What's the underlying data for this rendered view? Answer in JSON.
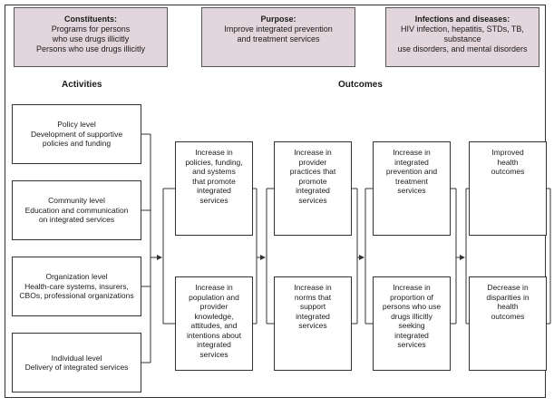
{
  "header": {
    "constituents": {
      "title": "Constituents:",
      "lines": [
        "Programs  for persons",
        "who  use drugs illicitly",
        "Persons  who  use drugs illicitly"
      ]
    },
    "purpose": {
      "title": "Purpose:",
      "lines": [
        "Improve  integrated prevention",
        "and treatment services"
      ]
    },
    "infections": {
      "title": "Infections and diseases:",
      "lines": [
        "HIV infection, hepatitis, STDs, TB, substance",
        "use disorders, and mental disorders"
      ]
    }
  },
  "sections": {
    "activities": "Activities",
    "outcomes": "Outcomes"
  },
  "activities": [
    {
      "lines": [
        "Policy level",
        "Development  of supportive",
        "policies and funding"
      ]
    },
    {
      "lines": [
        "Community level",
        "Education and communication",
        "on integrated services"
      ]
    },
    {
      "lines": [
        "Organization level",
        "Health-care systems, insurers,",
        "CBOs, professional organizations"
      ]
    },
    {
      "lines": [
        "Individual level",
        "Delivery of  integrated services"
      ]
    }
  ],
  "outcomes": {
    "col1": [
      {
        "lines": [
          "Increase in",
          "policies, funding,",
          "and systems",
          "that promote",
          "integrated",
          "services"
        ]
      },
      {
        "lines": [
          "Increase in",
          "population and",
          "provider",
          "knowledge,",
          "attitudes, and",
          "intentions about",
          "integrated",
          "services"
        ]
      }
    ],
    "col2": [
      {
        "lines": [
          "Increase in",
          "provider",
          "practices that",
          "promote",
          "integrated",
          "services"
        ]
      },
      {
        "lines": [
          "Increase in",
          "norms that",
          "support",
          "integrated",
          "services"
        ]
      }
    ],
    "col3": [
      {
        "lines": [
          "Increase in",
          "integrated",
          "prevention and",
          "treatment",
          "services"
        ]
      },
      {
        "lines": [
          "Increase in",
          "proportion of",
          "persons  who use",
          "drugs illicitly",
          "seeking",
          "integrated",
          "services"
        ]
      }
    ],
    "col4": [
      {
        "lines": [
          "Improved",
          "health",
          "outcomes"
        ]
      },
      {
        "lines": [
          "Decrease in",
          "disparities in",
          "health",
          "outcomes"
        ]
      }
    ]
  },
  "colors": {
    "header_fill": "#e2d6dc",
    "line": "#333333"
  }
}
